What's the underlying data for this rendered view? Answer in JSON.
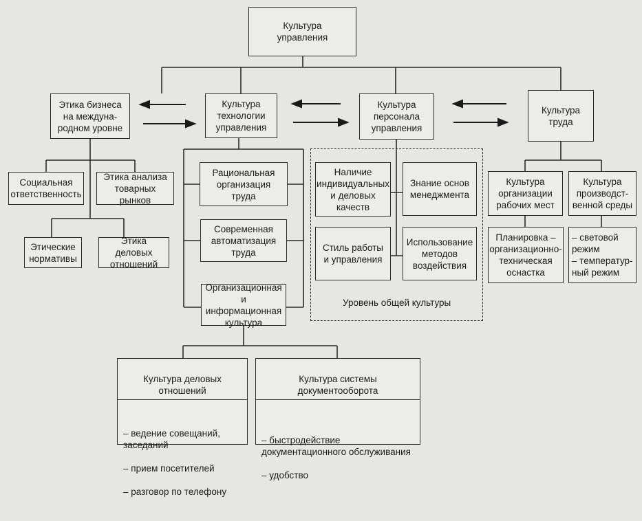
{
  "diagram": {
    "root": "Культура\nуправления",
    "level1": {
      "ethics": "Этика бизнеса\nна междуна-\nродном уровне",
      "technology": "Культура\nтехнологии\nуправления",
      "personnel": "Культура\nперсонала\nуправления",
      "labor": "Культура\nтруда"
    },
    "ethics_children": {
      "social": "Социальная\nответственность",
      "market": "Этика анализа\nтоварных рынков",
      "ethical_norms": "Этические\nнормативы",
      "business_ethics": "Этика деловых\nотношений"
    },
    "technology_children": {
      "rational": "Рациональная\nорганизация\nтруда",
      "automation": "Современная\nавтоматизация\nтруда",
      "org_info": "Организационная\nи информационная\nкультура"
    },
    "personnel_children": {
      "qualities": "Наличие\nиндивидуальных\nи деловых\nкачеств",
      "management": "Знание основ\nменеджмента",
      "style": "Стиль работы\nи управления",
      "methods": "Использование\nметодов\nвоздействия",
      "general_level": "Уровень общей культуры"
    },
    "labor_children": {
      "workplaces": "Культура\nорганизации\nрабочих мест",
      "production_env": "Культура\nпроизводст-\nвенной среды",
      "planning": "Планировка –\nорганизационно-\nтехническая\nоснастка",
      "env_items": "– световой\n  режим\n– температур-\n  ный режим"
    },
    "bottom": {
      "business_relations": {
        "title": "Культура деловых\nотношений",
        "items": [
          "– ведение совещаний,\n  заседаний",
          "– прием посетителей",
          "– разговор по телефону"
        ]
      },
      "document_flow": {
        "title": "Культура системы\nдокументооборота",
        "items": [
          "– быстродействие\n  документационного обслуживания",
          "– удобство"
        ]
      }
    }
  }
}
